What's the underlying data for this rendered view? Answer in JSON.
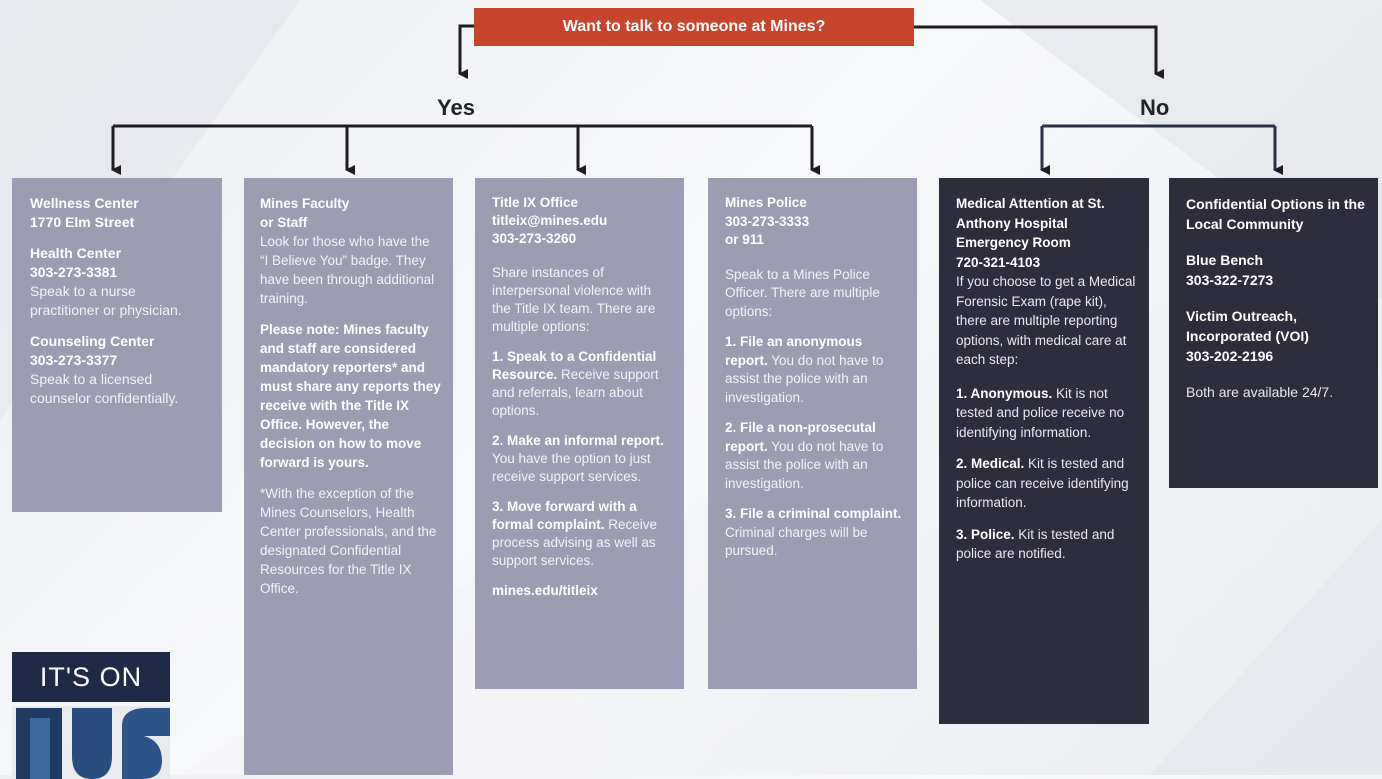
{
  "colors": {
    "banner": "#c8452d",
    "light_card": "#9c9cb2",
    "dark_card": "#2e2d3c",
    "logo": "#1f2a47"
  },
  "banner": {
    "text": "Want to talk to someone at Mines?"
  },
  "branches": {
    "yes": "Yes",
    "no": "No"
  },
  "cards": {
    "wellness": {
      "title1": "Wellness Center",
      "title2": "1770 Elm Street",
      "health_title": "Health Center",
      "health_phone": "303-273-3381",
      "health_desc": "Speak to a nurse practitioner or physician.",
      "counsel_title": "Counseling Center",
      "counsel_phone": "303-273-3377",
      "counsel_desc": "Speak to a licensed counselor confidentially."
    },
    "faculty": {
      "title1": "Mines Faculty",
      "title2": "or Staff",
      "intro": "Look for those who have the “I Believe You” badge. They have been through additional training.",
      "note": "Please note: Mines faculty and staff are considered mandatory reporters* and must share any reports they receive with the Title IX Office. However, the decision on how to move forward is yours.",
      "footnote": "*With the exception of the Mines Counselors, Health Center professionals, and the designated Confidential Resources for the Title IX Office."
    },
    "titleix": {
      "title": "Title IX Office",
      "email": "titleix@mines.edu",
      "phone": "303-273-3260",
      "intro": "Share instances of interpersonal violence with the Title IX team. There are multiple options:",
      "opt1_b": "1. Speak to a Confidential Resource.",
      "opt1_t": " Receive support and referrals, learn about options.",
      "opt2_b": "2. Make an informal report.",
      "opt2_t": " You have the option to just receive support services.",
      "opt3_b": "3. Move forward with a formal complaint.",
      "opt3_t": " Receive process advising as well as support services.",
      "link": "mines.edu/titleix"
    },
    "police": {
      "title": "Mines Police",
      "phone": "303-273-3333",
      "alt": "or 911",
      "intro": "Speak to a Mines Police Officer. There are multiple options:",
      "opt1_b": "1. File an anonymous report.",
      "opt1_t": " You do not have to assist the police with an investigation.",
      "opt2_b": "2. File a non-prosecutal report.",
      "opt2_t": " You do not have to assist the police with an investigation.",
      "opt3_b": "3. File a criminal complaint.",
      "opt3_t": " Criminal charges will be pursued."
    },
    "medical": {
      "title": "Medical Attention at St. Anthony Hospital Emergency Room",
      "phone": "720-321-4103",
      "intro": "If you choose to get a Medical Forensic Exam (rape kit), there are multiple reporting options, with medical care at each step:",
      "opt1_b": "1. Anonymous.",
      "opt1_t": " Kit is not tested and police receive no identifying information.",
      "opt2_b": "2. Medical.",
      "opt2_t": " Kit is tested and police can receive identifying information.",
      "opt3_b": "3. Police.",
      "opt3_t": " Kit is tested and police are notified."
    },
    "confidential": {
      "title": "Confidential Options in the Local Community",
      "bb_title": "Blue Bench",
      "bb_phone": "303-322-7273",
      "voi_title": "Victim Outreach, Incorporated (VOI)",
      "voi_phone": "303-202-2196",
      "note": "Both are available 24/7."
    }
  },
  "logo": {
    "text": "IT'S ON",
    "word": "US"
  }
}
